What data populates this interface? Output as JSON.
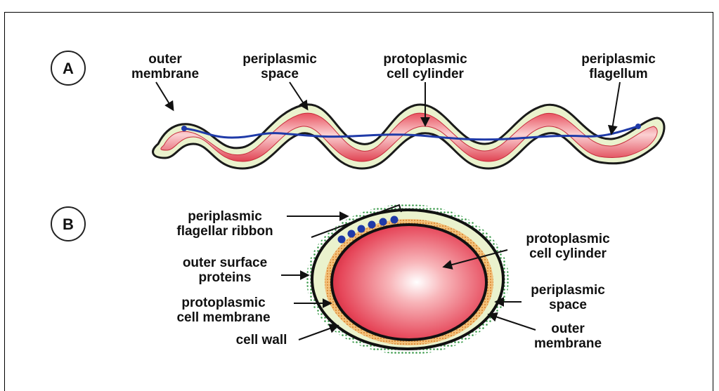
{
  "panels": {
    "a": {
      "letter": "A",
      "labels": {
        "outer_membrane": [
          "outer",
          "membrane"
        ],
        "periplasmic_space": [
          "periplasmic",
          "space"
        ],
        "protoplasmic_cell_cylinder": [
          "protoplasmic",
          "cell cylinder"
        ],
        "periplasmic_flagellum": [
          "periplasmic",
          "flagellum"
        ]
      }
    },
    "b": {
      "letter": "B",
      "labels": {
        "periplasmic_flagellar_ribbon": [
          "periplasmic",
          "flagellar ribbon"
        ],
        "outer_surface_proteins": [
          "outer surface",
          "proteins"
        ],
        "protoplasmic_cell_membrane": [
          "protoplasmic",
          "cell membrane"
        ],
        "cell_wall": [
          "cell wall"
        ],
        "protoplasmic_cell_cylinder": [
          "protoplasmic",
          "cell cylinder"
        ],
        "periplasmic_space": [
          "periplasmic",
          "space"
        ],
        "outer_membrane": [
          "outer",
          "membrane"
        ]
      }
    }
  },
  "colors": {
    "cytoplasm_light": "#f9d7d7",
    "cytoplasm_dark": "#e23b4c",
    "periplasm": "#e9f1cf",
    "outer_membrane_line": "#1a1a1a",
    "flagellum": "#1f3aa8",
    "cell_wall_orange": "#e6a24a",
    "surface_protein_green": "#3a9a4a"
  }
}
